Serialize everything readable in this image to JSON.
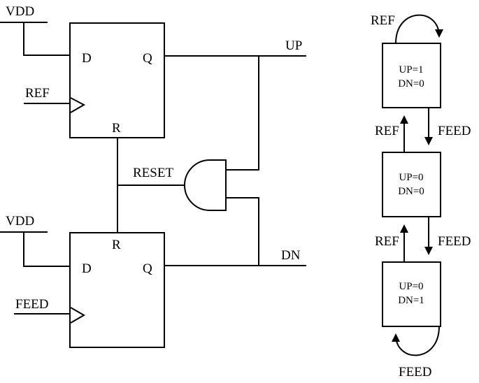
{
  "circuit": {
    "vdd_top": "VDD",
    "vdd_bottom": "VDD",
    "ff_top": {
      "d": "D",
      "q": "Q",
      "r": "R"
    },
    "ff_bottom": {
      "d": "D",
      "q": "Q",
      "r": "R"
    },
    "ref_input": "REF",
    "feed_input": "FEED",
    "reset": "RESET",
    "up_output": "UP",
    "dn_output": "DN"
  },
  "state_machine": {
    "states": [
      {
        "up": "UP=1",
        "dn": "DN=0"
      },
      {
        "up": "UP=0",
        "dn": "DN=0"
      },
      {
        "up": "UP=0",
        "dn": "DN=1"
      }
    ],
    "self_loop_top": "REF",
    "self_loop_bottom": "FEED",
    "upper_up_arrow": "REF",
    "upper_down_arrow": "FEED",
    "lower_up_arrow": "REF",
    "lower_down_arrow": "FEED"
  }
}
